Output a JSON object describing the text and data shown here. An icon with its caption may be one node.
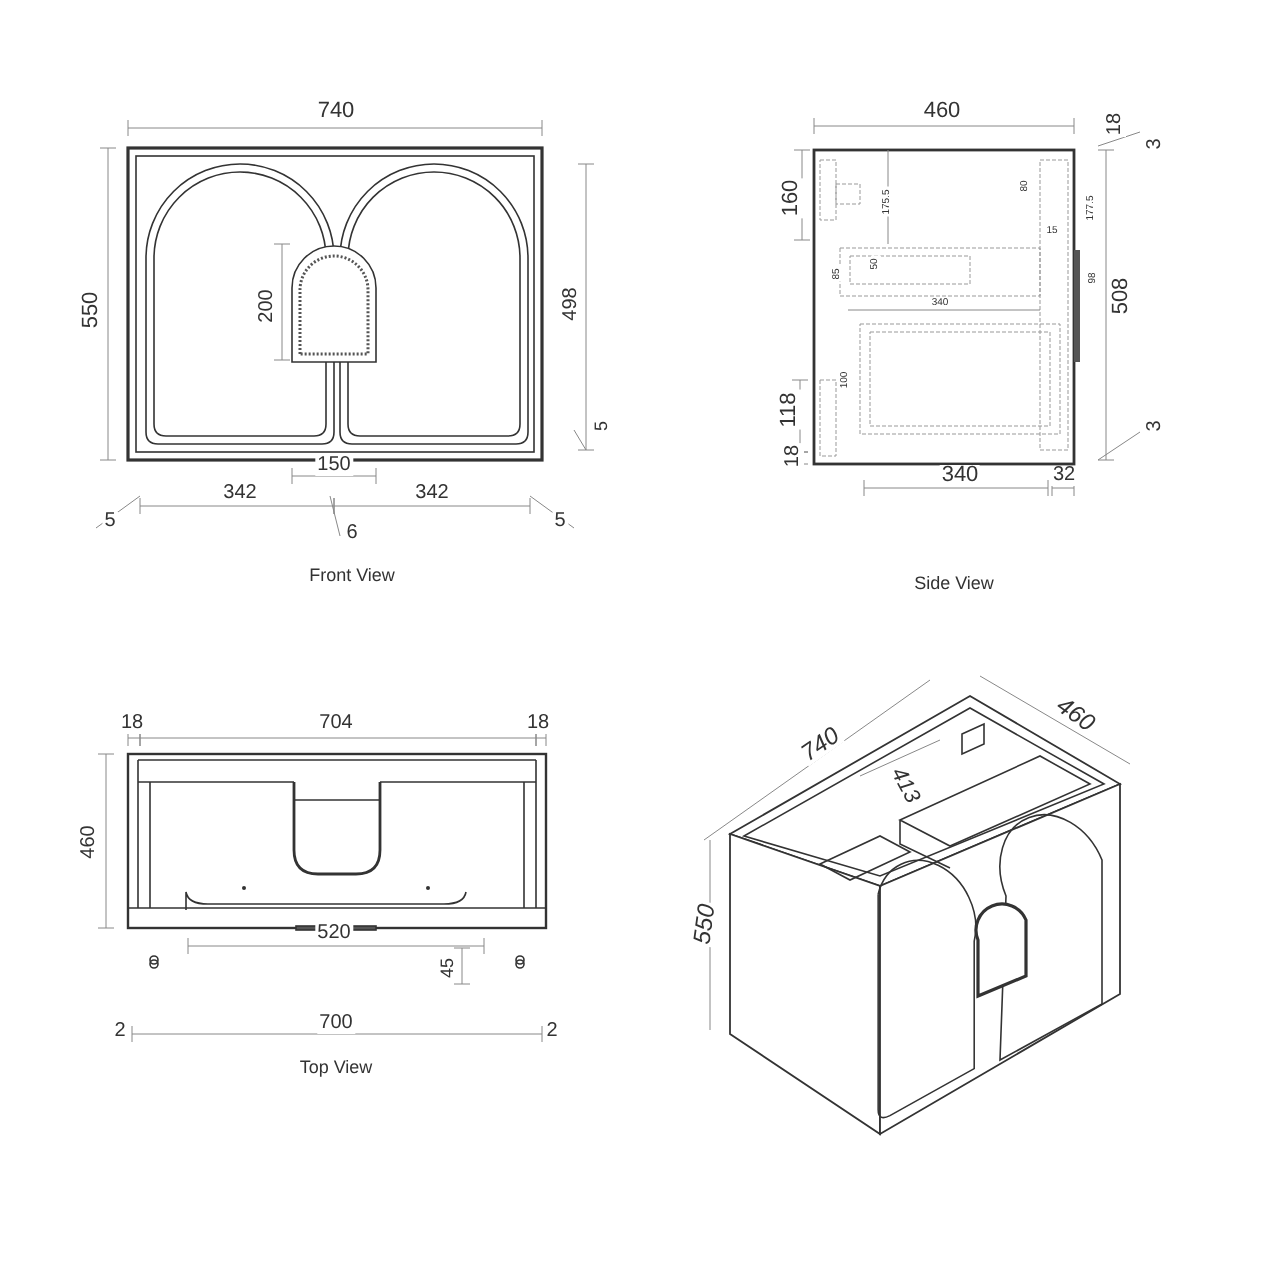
{
  "diagram": {
    "labels": [
      "740",
      "550",
      "200",
      "498",
      "5",
      "150",
      "342",
      "342",
      "5",
      "6",
      "5",
      "Front View",
      "460",
      "18",
      "3",
      "160",
      "80",
      "175.5",
      "177.5",
      "15",
      "50",
      "85",
      "340",
      "98",
      "508",
      "100",
      "118",
      "18",
      "3",
      "340",
      "32",
      "Side View",
      "18",
      "704",
      "18",
      "460",
      "520",
      "45",
      "700",
      "2",
      "2",
      "Top View",
      "740",
      "460",
      "413",
      "550"
    ]
  }
}
